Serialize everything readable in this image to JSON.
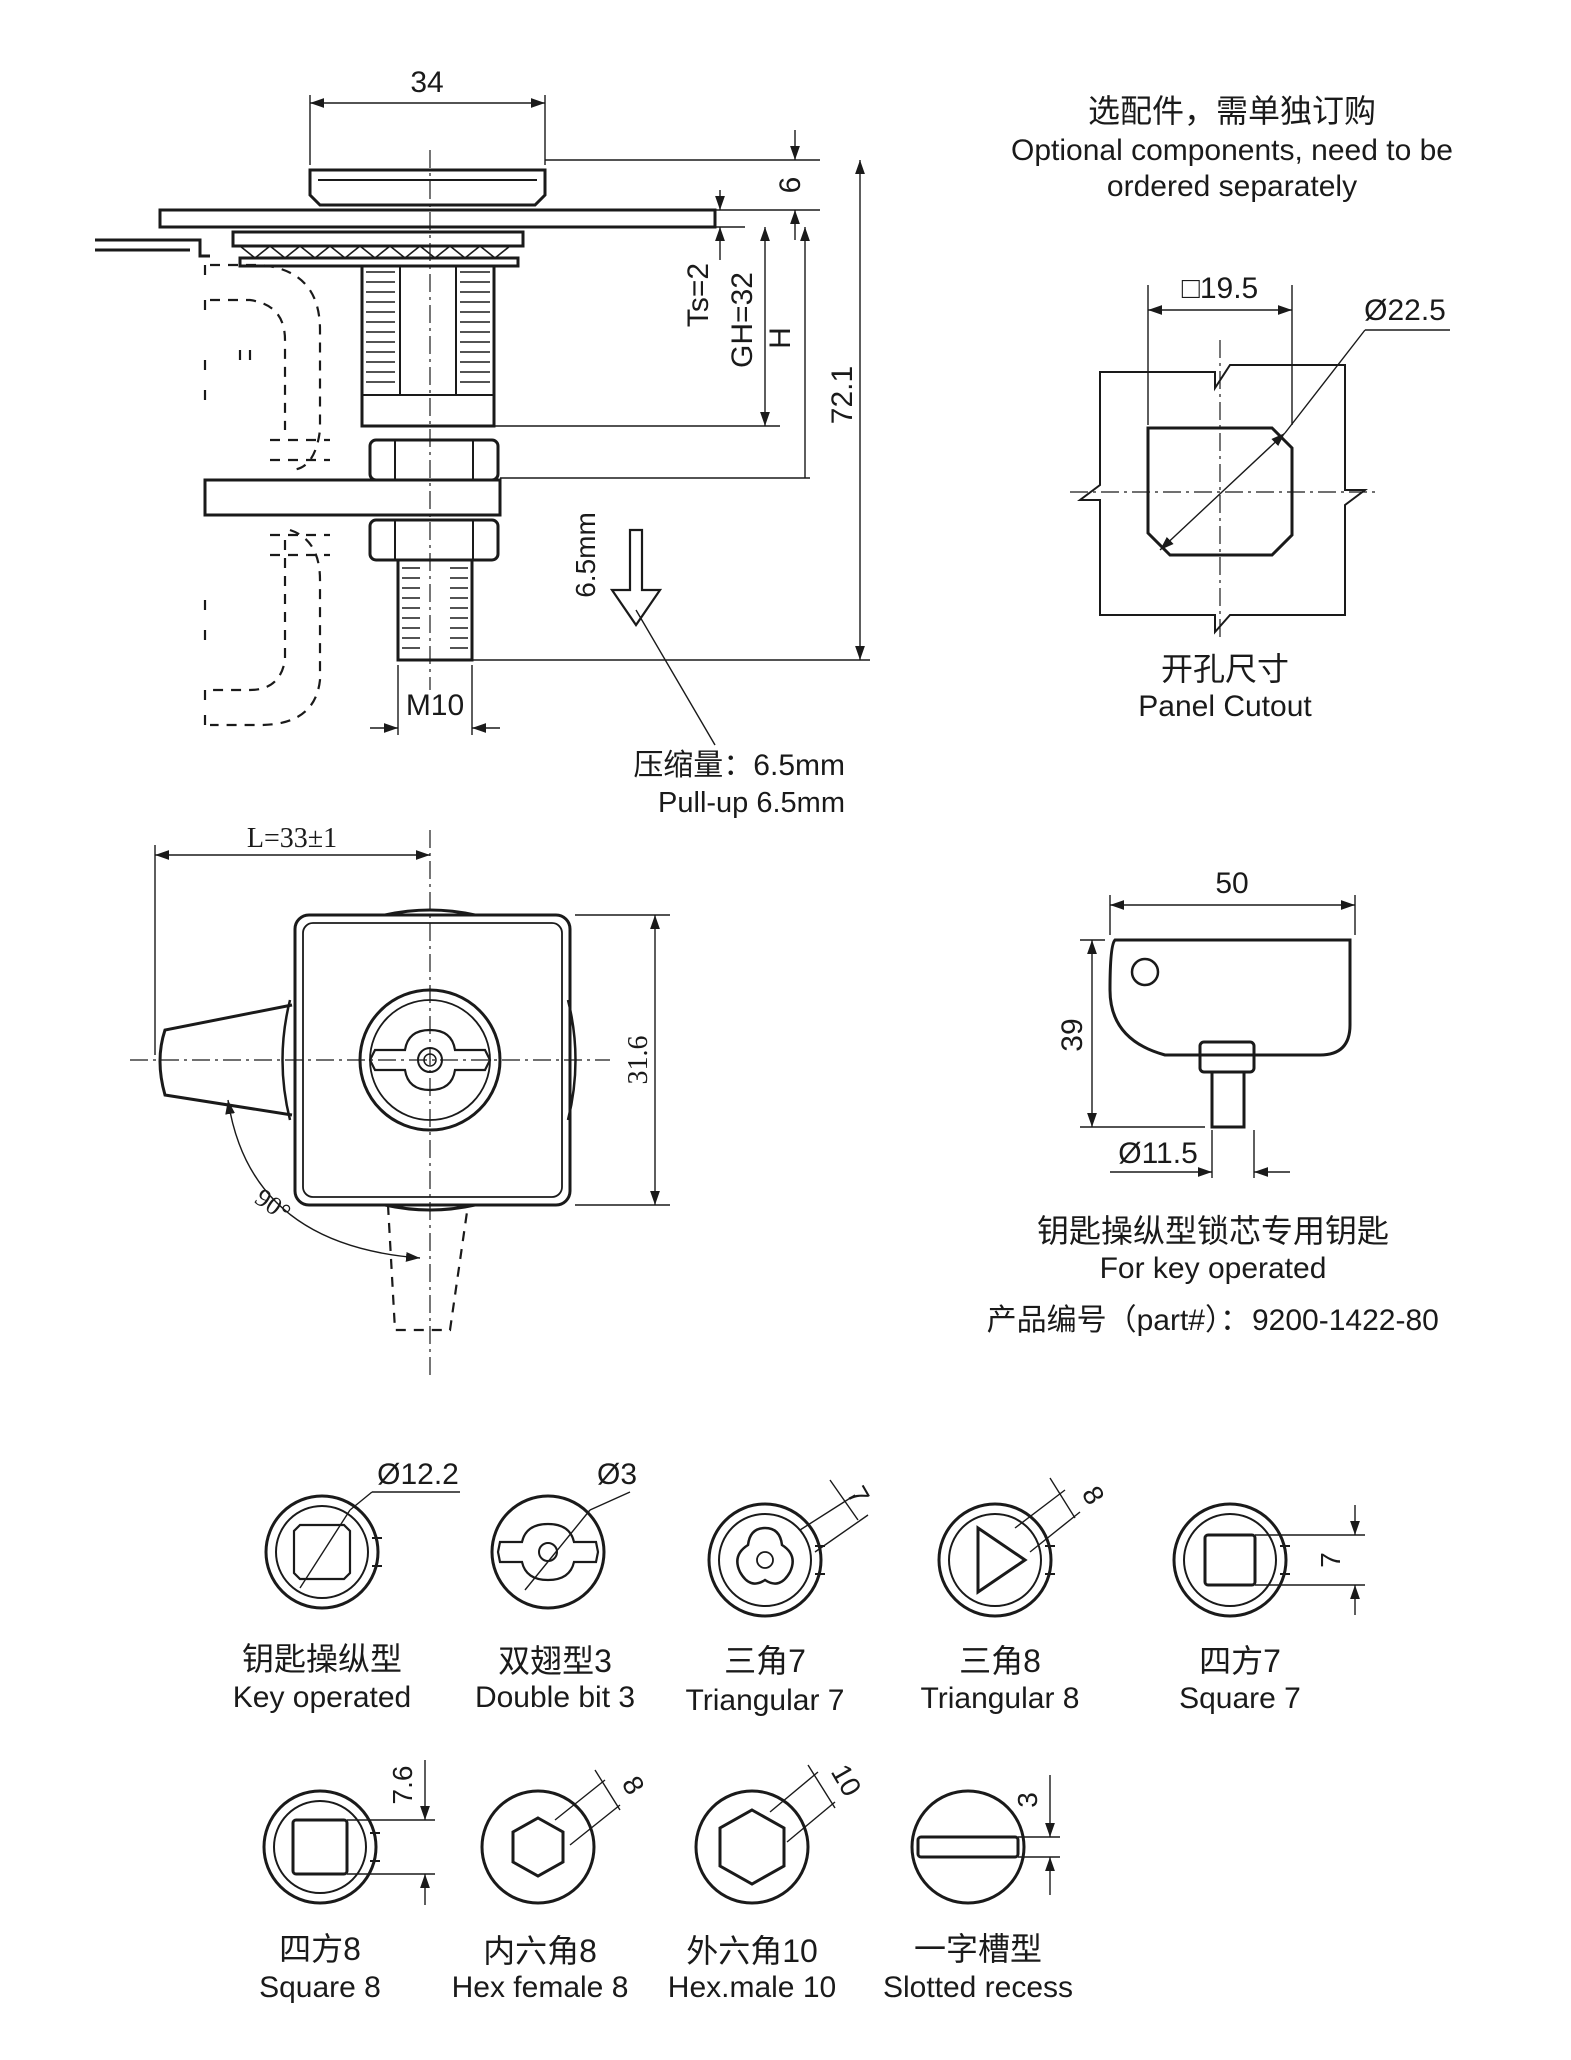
{
  "side_view": {
    "dim_width": "34",
    "dim_top": "6",
    "dim_ts": "Ts=2",
    "dim_gh": "GH=32",
    "dim_h": "H",
    "dim_total": "72.1",
    "dim_pull": "6.5mm",
    "dim_thread": "M10",
    "pull_cn": "压缩量：6.5mm",
    "pull_en": "Pull-up 6.5mm"
  },
  "optional": {
    "cn": "选配件，需单独订购",
    "en_line1": "Optional components, need to be",
    "en_line2": "ordered separately"
  },
  "cutout": {
    "dim_square": "□19.5",
    "dim_dia": "Ø22.5",
    "cn": "开孔尺寸",
    "en": "Panel Cutout"
  },
  "front_view": {
    "dim_length": "L=33±1",
    "dim_height": "31.6",
    "angle": "90°"
  },
  "key": {
    "dim_width": "50",
    "dim_height": "39",
    "dim_dia": "Ø11.5",
    "cn": "钥匙操纵型锁芯专用钥匙",
    "en": "For key operated",
    "part_label": "产品编号（part#）：",
    "part_number": "9200-1422-80"
  },
  "inserts": [
    {
      "dim": "Ø12.2",
      "cn": "钥匙操纵型",
      "en": "Key operated"
    },
    {
      "dim": "Ø3",
      "cn": "双翅型3",
      "en": "Double bit 3"
    },
    {
      "dim": "7",
      "cn": "三角7",
      "en": "Triangular 7"
    },
    {
      "dim": "8",
      "cn": "三角8",
      "en": "Triangular 8"
    },
    {
      "dim": "7",
      "cn": "四方7",
      "en": "Square 7"
    },
    {
      "dim": "7.6",
      "cn": "四方8",
      "en": "Square 8"
    },
    {
      "dim": "8",
      "cn": "内六角8",
      "en": "Hex female 8"
    },
    {
      "dim": "10",
      "cn": "外六角10",
      "en": "Hex.male 10"
    },
    {
      "dim": "3",
      "cn": "一字槽型",
      "en": "Slotted recess"
    }
  ]
}
